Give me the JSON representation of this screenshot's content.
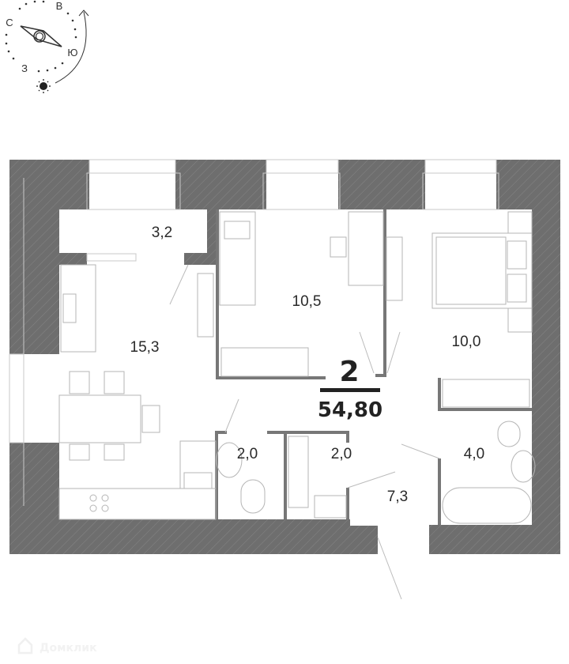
{
  "plan": {
    "room_count": "2",
    "total_area": "54,80",
    "rooms": [
      {
        "name": "hallway-nook",
        "area": "3,2"
      },
      {
        "name": "living-kitchen",
        "area": "15,3"
      },
      {
        "name": "bedroom-1",
        "area": "10,5"
      },
      {
        "name": "bedroom-2",
        "area": "10,0"
      },
      {
        "name": "toilet",
        "area": "2,0"
      },
      {
        "name": "laundry",
        "area": "2,0"
      },
      {
        "name": "bathroom",
        "area": "4,0"
      },
      {
        "name": "hallway",
        "area": "7,3"
      }
    ],
    "wall_color": "#6e6e6e"
  },
  "compass": {
    "north": "С",
    "east": "В",
    "south": "Ю",
    "west": "З",
    "icons": [
      "compass-needle-icon",
      "sun-icon",
      "arrow-icon"
    ]
  },
  "watermark": {
    "text": "Домклик",
    "icon": "domclick-logo-icon"
  }
}
